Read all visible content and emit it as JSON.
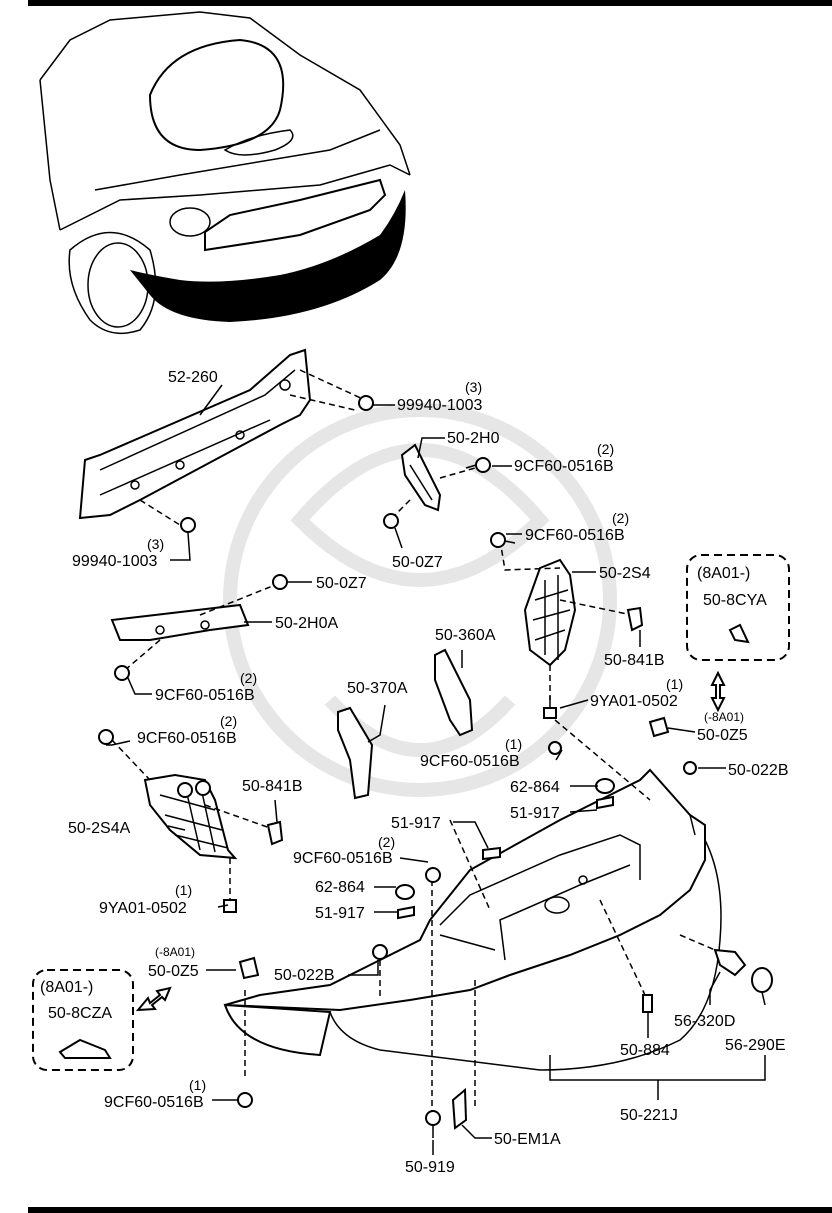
{
  "labels": {
    "rf_52_260": "52-260",
    "rf_99940_1003_a": "99940-1003",
    "qty_99940_a": "(3)",
    "rf_99940_1003_b": "99940-1003",
    "qty_99940_b": "(3)",
    "rf_50_2H0": "50-2H0",
    "rf_9CF60_a": "9CF60-0516B",
    "qty_9CF60_a": "(2)",
    "rf_50_0Z7_a": "50-0Z7",
    "rf_9CF60_b": "9CF60-0516B",
    "qty_9CF60_b": "(2)",
    "rf_50_2S4": "50-2S4",
    "rf_50_0Z7_b": "50-0Z7",
    "rf_50_2H0A": "50-2H0A",
    "rf_9CF60_c": "9CF60-0516B",
    "qty_9CF60_c": "(2)",
    "rf_50_841B_a": "50-841B",
    "rf_50_360A": "50-360A",
    "rf_9YA01_a": "9YA01-0502",
    "qty_9YA01_a": "(1)",
    "rf_50_370A": "50-370A",
    "rf_9CF60_d": "9CF60-0516B",
    "qty_9CF60_d": "(2)",
    "rf_9CF60_e": "9CF60-0516B",
    "qty_9CF60_e": "(1)",
    "rf_50_0Z5_a": "50-0Z5",
    "note_0Z5_a": "(-8A01)",
    "rf_50_022B_a": "50-022B",
    "rf_50_841B_b": "50-841B",
    "rf_62_864_a": "62-864",
    "rf_51_917_a": "51-917",
    "rf_51_917_b": "51-917",
    "rf_50_2S4A": "50-2S4A",
    "rf_9CF60_f": "9CF60-0516B",
    "qty_9CF60_f": "(2)",
    "rf_62_864_b": "62-864",
    "rf_51_917_c": "51-917",
    "rf_9YA01_b": "9YA01-0502",
    "qty_9YA01_b": "(1)",
    "rf_50_0Z5_b": "50-0Z5",
    "note_0Z5_b": "(-8A01)",
    "rf_50_022B_b": "50-022B",
    "rf_50_884": "50-884",
    "rf_56_320D": "56-320D",
    "rf_56_290E": "56-290E",
    "rf_9CF60_g": "9CF60-0516B",
    "qty_9CF60_g": "(1)",
    "rf_50_221J": "50-221J",
    "rf_50_EM1A": "50-EM1A",
    "rf_50_919": "50-919"
  },
  "inset_right": {
    "header": "(8A01-)",
    "part": "50-8CYA"
  },
  "inset_left": {
    "header": "(8A01-)",
    "part": "50-8CZA"
  },
  "colors": {
    "ink": "#000000",
    "paper": "#ffffff",
    "watermark": "#e6e6e6"
  }
}
